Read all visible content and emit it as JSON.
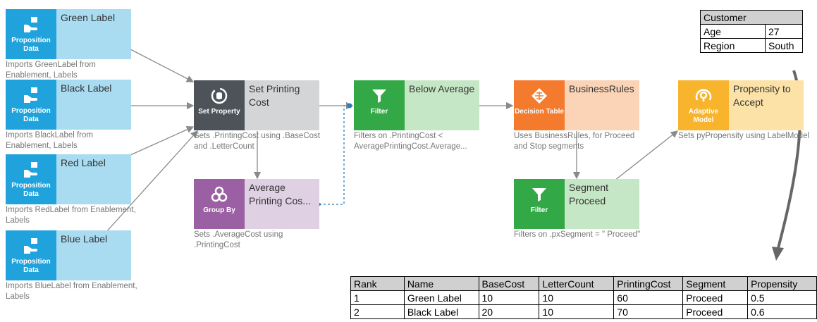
{
  "nodes": {
    "green": {
      "type_label": "Proposition Data",
      "title": "Green Label",
      "desc": "Imports GreenLabel from Enablement, Labels"
    },
    "black": {
      "type_label": "Proposition Data",
      "title": "Black Label",
      "desc": "Imports BlackLabel from Enablement, Labels"
    },
    "red": {
      "type_label": "Proposition Data",
      "title": "Red Label",
      "desc": "Imports RedLabel from Enablement, Labels"
    },
    "blue": {
      "type_label": "Proposition Data",
      "title": "Blue Label",
      "desc": "Imports BlueLabel from Enablement, Labels"
    },
    "set_printing_cost": {
      "type_label": "Set Property",
      "title": "Set Printing Cost",
      "desc": "Sets .PrintingCost using .BaseCost and .LetterCount"
    },
    "average_printing_cost": {
      "type_label": "Group By",
      "title": "Average Printing Cos...",
      "desc": "Sets .AverageCost using .PrintingCost"
    },
    "below_average": {
      "type_label": "Filter",
      "title": "Below Average",
      "desc": "Filters on .PrintingCost < AveragePrintingCost.Average..."
    },
    "business_rules": {
      "type_label": "Decision Table",
      "title": "BusinessRules",
      "desc": "Uses BusinessRules, for Proceed and Stop segments"
    },
    "segment_proceed": {
      "type_label": "Filter",
      "title": "Segment Proceed",
      "desc": "Filters on .pxSegment = \" Proceed\""
    },
    "propensity": {
      "type_label": "Adaptive Model",
      "title": "Propensity to Accept",
      "desc": "Sets pyPropensity using LabelModel"
    }
  },
  "customer_table": {
    "header": "Customer",
    "rows": [
      {
        "key": "Age",
        "value": "27"
      },
      {
        "key": "Region",
        "value": "South"
      }
    ]
  },
  "result_table": {
    "columns": [
      "Rank",
      "Name",
      "BaseCost",
      "LetterCount",
      "PrintingCost",
      "Segment",
      "Propensity"
    ],
    "rows": [
      [
        "1",
        "Green Label",
        "10",
        "10",
        "60",
        "Proceed",
        "0.5"
      ],
      [
        "2",
        "Black Label",
        "20",
        "10",
        "70",
        "Proceed",
        "0.6"
      ]
    ]
  },
  "colors": {
    "proposition": "#20a3dc",
    "set_property": "#4d5358",
    "filter": "#33a846",
    "decision_table": "#f47a2d",
    "adaptive_model": "#f7b42c",
    "group_by": "#9b5fa3",
    "connector": "#8a8a8a",
    "dashed_connector": "#2b7fc0"
  }
}
